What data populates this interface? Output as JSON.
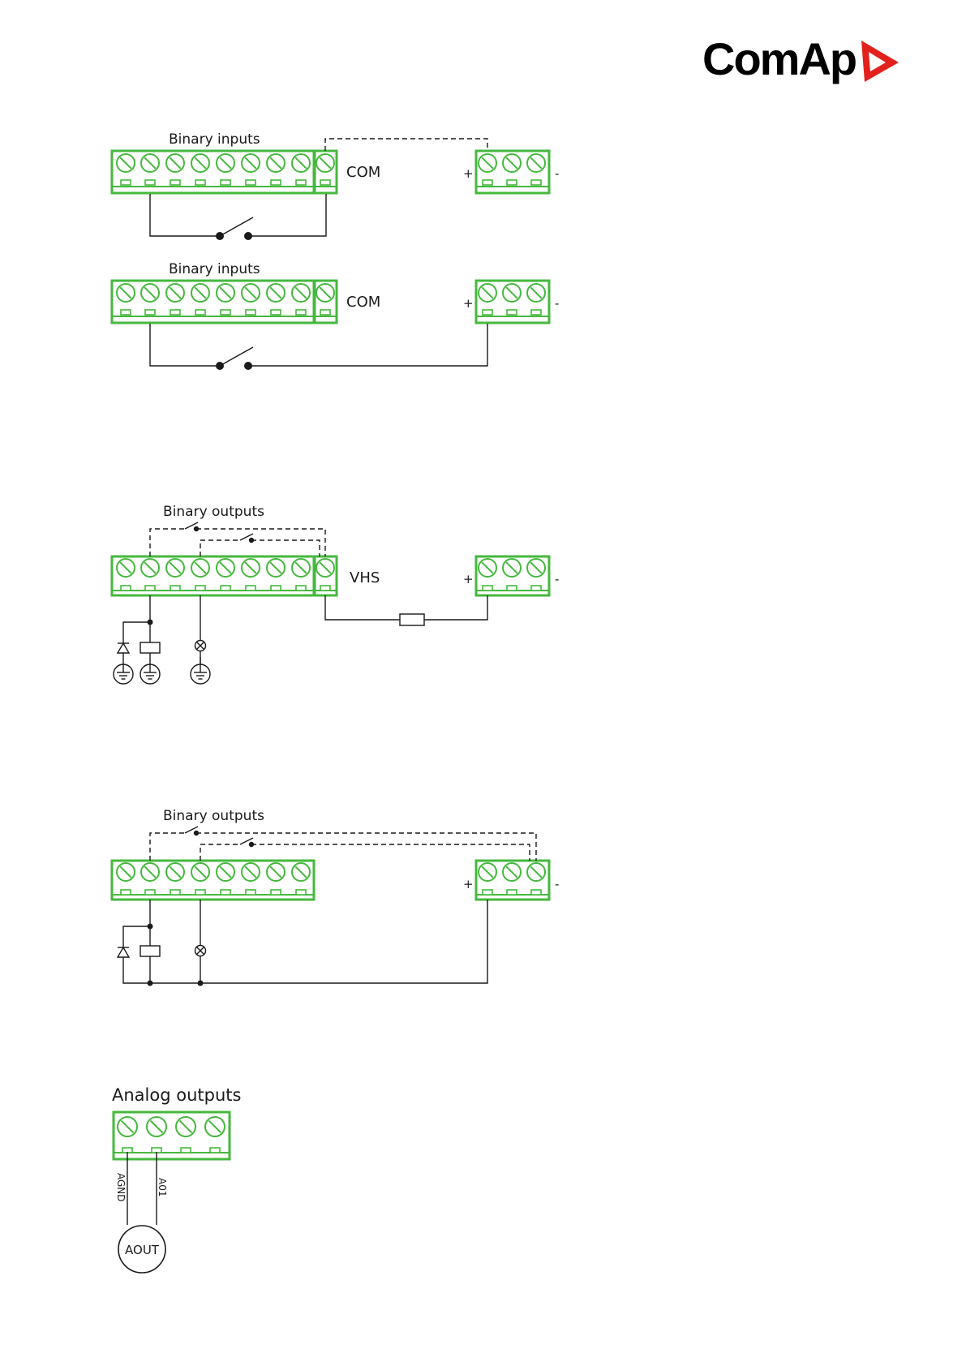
{
  "logo": {
    "text": "ComAp",
    "accent_color": "#e3211c"
  },
  "colors": {
    "terminal_green": "#45b83d",
    "wire": "#1a1a1a"
  },
  "diagram1": {
    "title": "Binary inputs",
    "com_label": "COM",
    "plus": "+",
    "minus": "-"
  },
  "diagram2": {
    "title": "Binary inputs",
    "com_label": "COM",
    "plus": "+",
    "minus": "-"
  },
  "diagram3": {
    "title": "Binary outputs",
    "vhs_label": "VHS",
    "plus": "+",
    "minus": "-"
  },
  "diagram4": {
    "title": "Binary outputs",
    "plus": "+",
    "minus": "-"
  },
  "diagram5": {
    "title": "Analog outputs",
    "label_agnd": "AGND",
    "label_ao1": "A01",
    "circle_label": "AOUT"
  }
}
